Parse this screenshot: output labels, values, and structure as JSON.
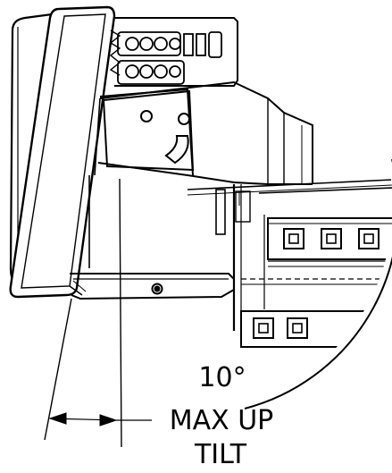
{
  "drawing": {
    "angle_label": "10°",
    "caption_line_1": "MAX UP",
    "caption_line_2": "TILT"
  },
  "colors": {
    "line": "#000000",
    "background": "#ffffff"
  }
}
